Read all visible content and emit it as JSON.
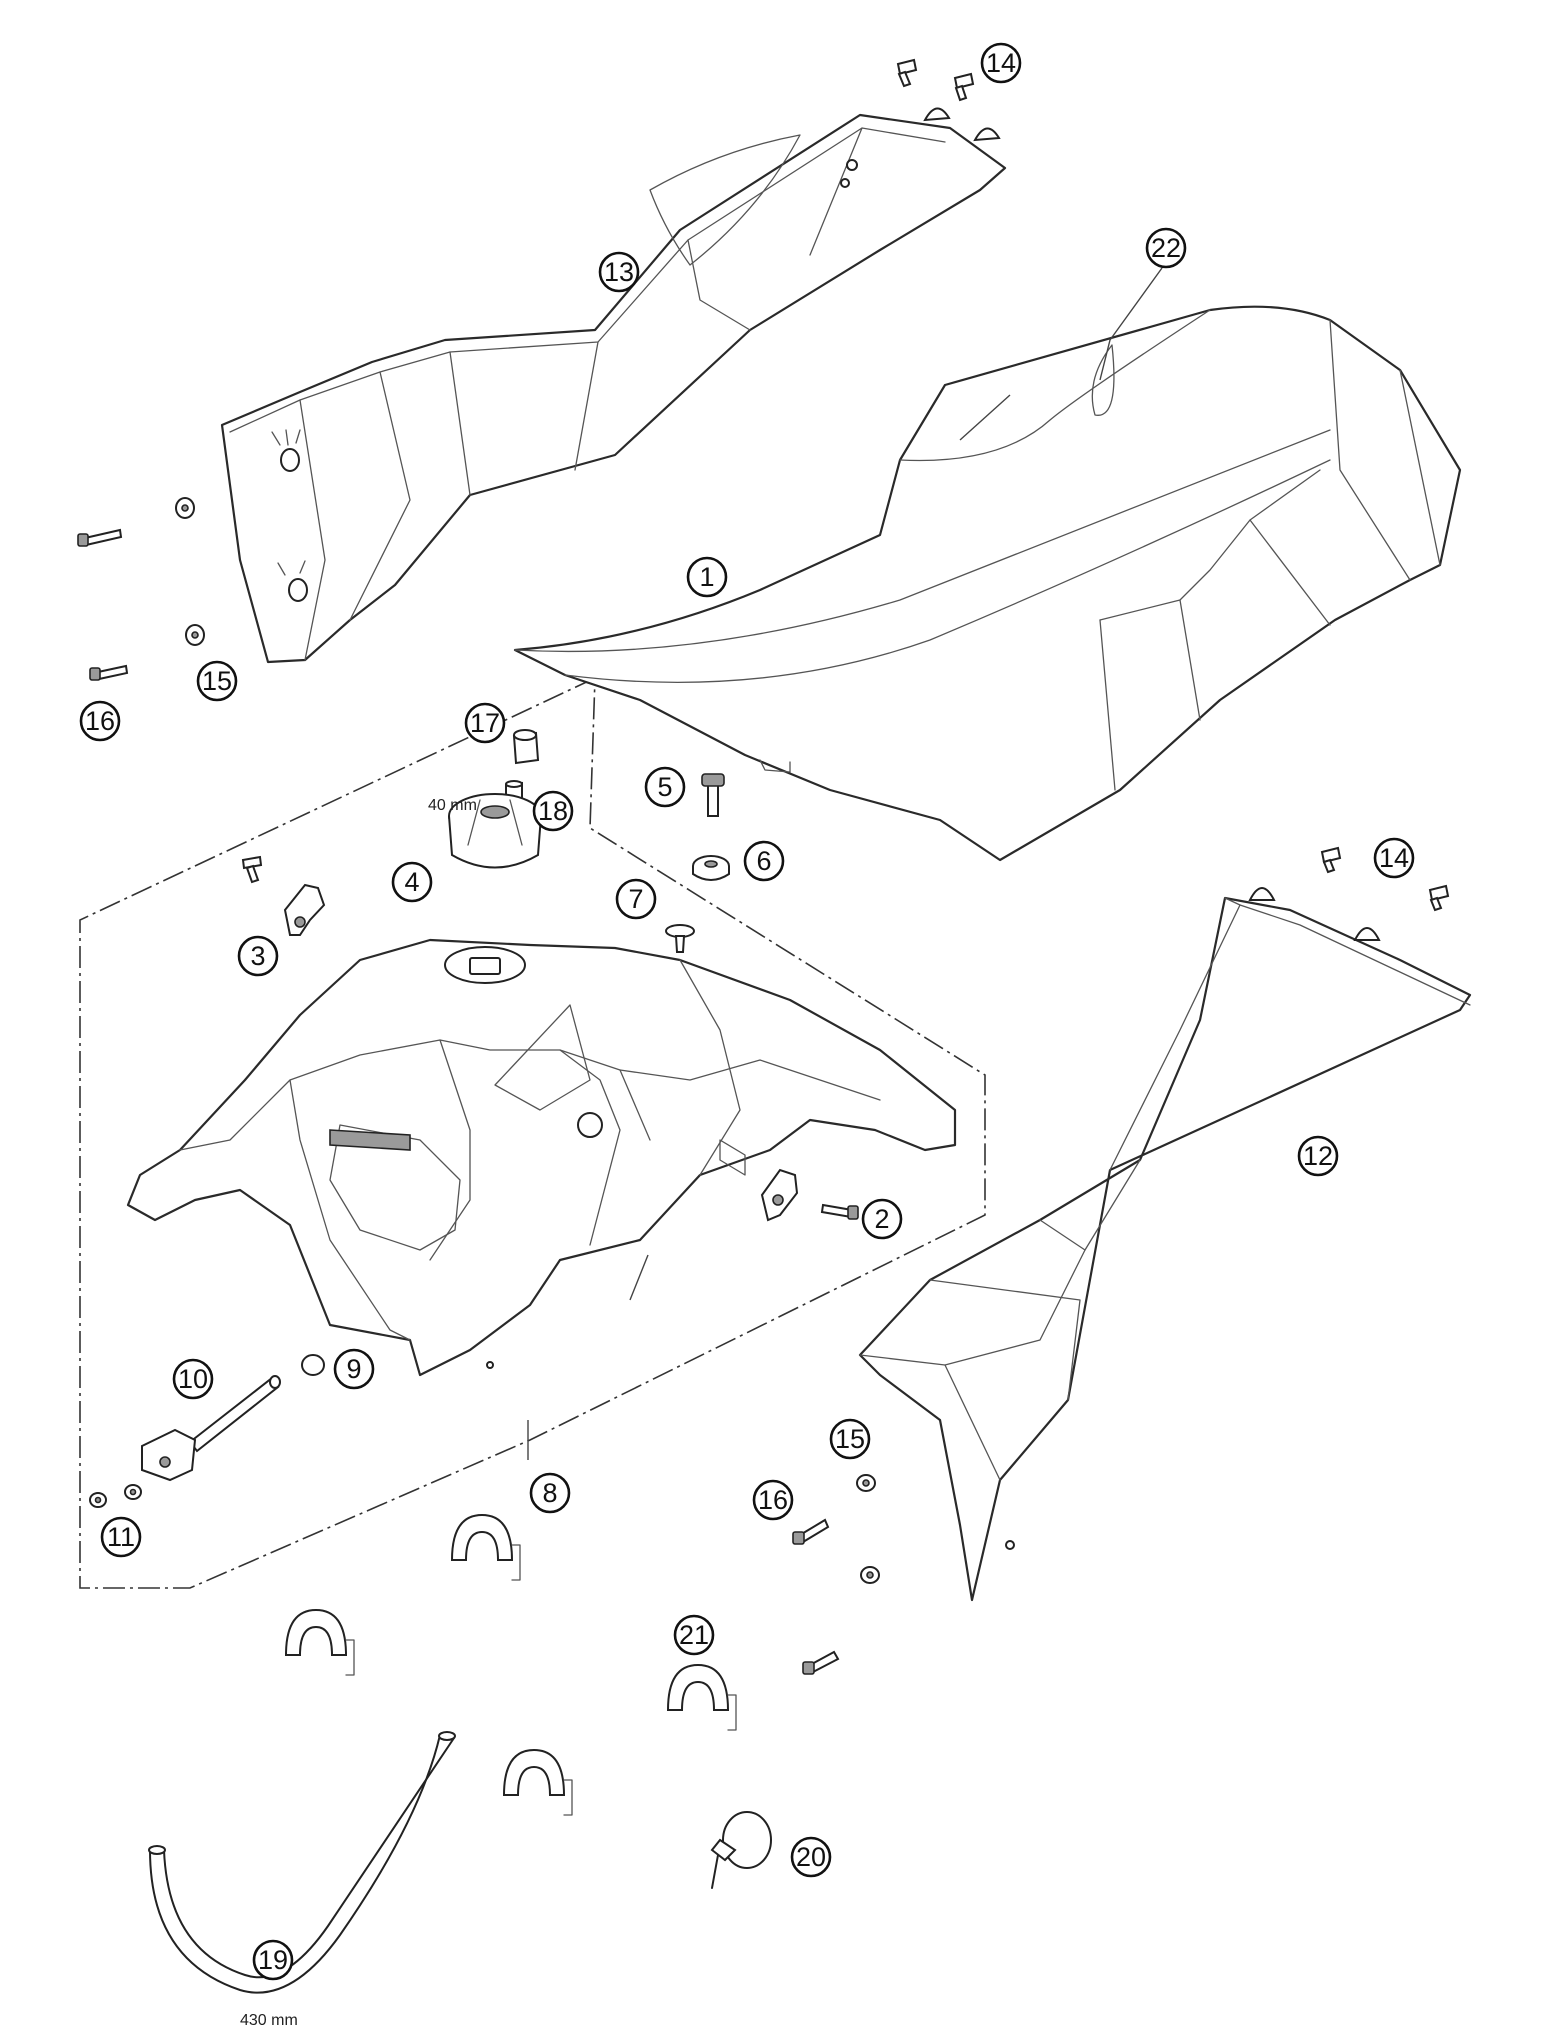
{
  "callouts": [
    {
      "id": "c1",
      "label": "1"
    },
    {
      "id": "c2",
      "label": "2"
    },
    {
      "id": "c3",
      "label": "3"
    },
    {
      "id": "c4",
      "label": "4"
    },
    {
      "id": "c5",
      "label": "5"
    },
    {
      "id": "c6",
      "label": "6"
    },
    {
      "id": "c7",
      "label": "7"
    },
    {
      "id": "c8",
      "label": "8"
    },
    {
      "id": "c9",
      "label": "9"
    },
    {
      "id": "c10",
      "label": "10"
    },
    {
      "id": "c11",
      "label": "11"
    },
    {
      "id": "c12",
      "label": "12"
    },
    {
      "id": "c13",
      "label": "13"
    },
    {
      "id": "c14a",
      "label": "14"
    },
    {
      "id": "c14b",
      "label": "14"
    },
    {
      "id": "c15a",
      "label": "15"
    },
    {
      "id": "c15b",
      "label": "15"
    },
    {
      "id": "c16a",
      "label": "16"
    },
    {
      "id": "c16b",
      "label": "16"
    },
    {
      "id": "c17",
      "label": "17"
    },
    {
      "id": "c18",
      "label": "18"
    },
    {
      "id": "c19",
      "label": "19"
    },
    {
      "id": "c20",
      "label": "20"
    },
    {
      "id": "c21",
      "label": "21"
    },
    {
      "id": "c22",
      "label": "22"
    }
  ],
  "dimensions": {
    "vent_hose_length": "40 mm",
    "fuel_hose_length": "430 mm"
  }
}
